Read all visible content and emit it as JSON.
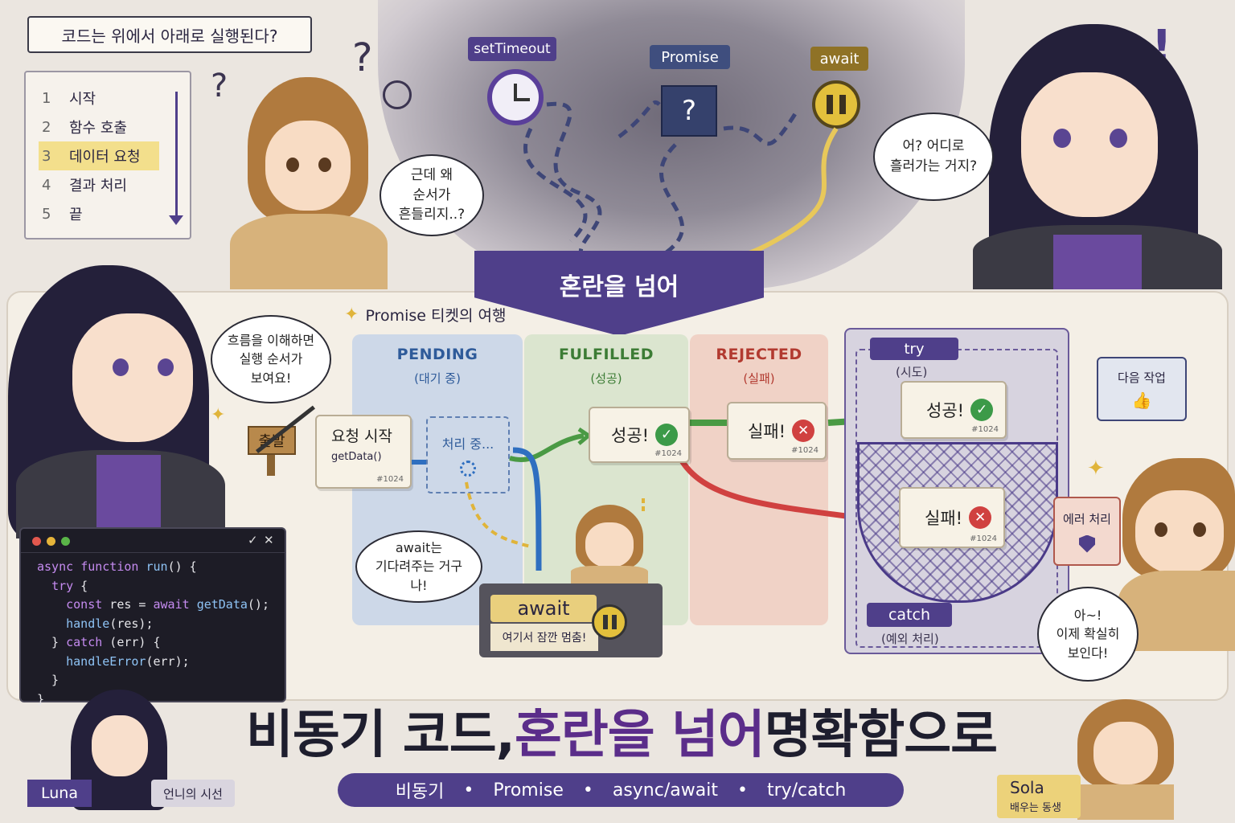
{
  "top_left": {
    "question": "코드는 위에서 아래로 실행된다?",
    "steps": [
      {
        "num": "1",
        "label": "시작"
      },
      {
        "num": "2",
        "label": "함수 호출"
      },
      {
        "num": "3",
        "label": "데이터 요청"
      },
      {
        "num": "4",
        "label": "결과 처리"
      },
      {
        "num": "5",
        "label": "끝"
      }
    ]
  },
  "bubbles": {
    "sola_confused": "근데 왜\n순서가\n흔들리지..?",
    "luna_surprised": "어? 어디로\n흘러가는 거지?",
    "luna_explain": "흐름을 이해하면\n실행 순서가\n보여요!",
    "await_note": "await는\n기다려주는 거구나!",
    "sola_happy": "아~!\n이제 확실히\n보인다!"
  },
  "chaos": {
    "settimeout": "setTimeout",
    "promise": "Promise",
    "await": "await",
    "banner": "혼란을 넘어"
  },
  "journey": {
    "title": "Promise 티켓의 여행",
    "start_sign": "출발",
    "columns": [
      {
        "title": "PENDING",
        "sub": "(대기 중)"
      },
      {
        "title": "FULFILLED",
        "sub": "(성공)"
      },
      {
        "title": "REJECTED",
        "sub": "(실패)"
      }
    ],
    "request_ticket": {
      "label": "요청 시작",
      "sub": "getData()",
      "id": "#1024"
    },
    "processing": "처리 중...",
    "success_ticket": {
      "label": "성공!",
      "id": "#1024"
    },
    "fail_ticket": {
      "label": "실패!",
      "id": "#1024"
    },
    "await_box": {
      "label": "await",
      "sub": "여기서 잠깐 멈춤!"
    },
    "try_label": "try",
    "try_sub": "(시도)",
    "try_success": {
      "label": "성공!",
      "id": "#1024"
    },
    "catch_fail": {
      "label": "실패!",
      "id": "#1024"
    },
    "catch_label": "catch",
    "catch_sub": "(예외 처리)",
    "next_task": "다음 작업",
    "error_handling": "에러 처리"
  },
  "code": {
    "lines": [
      "async function run() {",
      "  try {",
      "    const res = await getData();",
      "    handle(res);",
      "  } catch (err) {",
      "    handleError(err);",
      "  }",
      "}"
    ]
  },
  "headline": {
    "part1": "비동기 코드, ",
    "part2": "혼란을 넘어",
    "part3": " 명확함으로"
  },
  "keywords": [
    "비동기",
    "Promise",
    "async/await",
    "try/catch"
  ],
  "keyword_separator": "•",
  "characters": {
    "luna_name": "Luna",
    "luna_role": "언니의 시선",
    "sola_name": "Sola",
    "sola_role": "배우는 동생"
  },
  "colors": {
    "purple": "#4f3f8a",
    "pending_bg": "#cdd8e8",
    "fulfilled_bg": "#dbe5cf",
    "rejected_bg": "#f0d2c6",
    "try_bg": "#d7d3df",
    "success_green": "#3c9a48",
    "error_red": "#d04140",
    "headline_purple": "#5b2d8a",
    "headline_dark": "#1e1e2e"
  }
}
